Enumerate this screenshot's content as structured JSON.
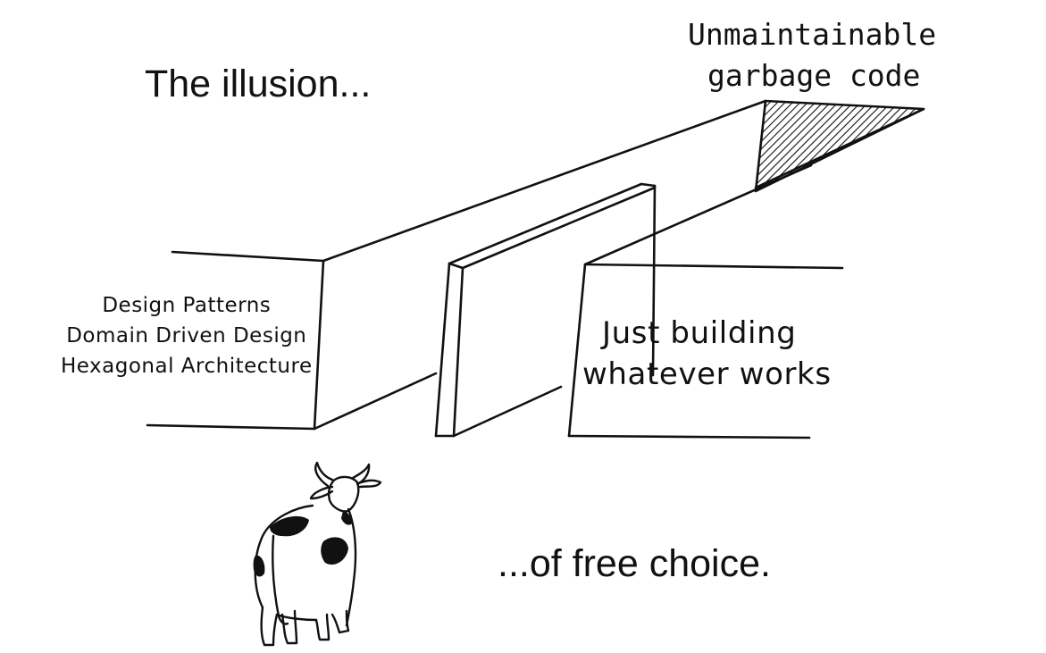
{
  "scene": {
    "headline_start": "The illusion...",
    "headline_end": "...of free choice.",
    "left_path": {
      "lines": [
        "Design Patterns",
        "Domain Driven Design",
        "Hexagonal Architecture"
      ]
    },
    "right_path": {
      "lines": [
        "Just building",
        "whatever works"
      ]
    },
    "far_end": {
      "lines": [
        "Unmaintainable",
        "garbage code"
      ]
    }
  },
  "colors": {
    "ink": "#111111",
    "background": "#ffffff"
  }
}
